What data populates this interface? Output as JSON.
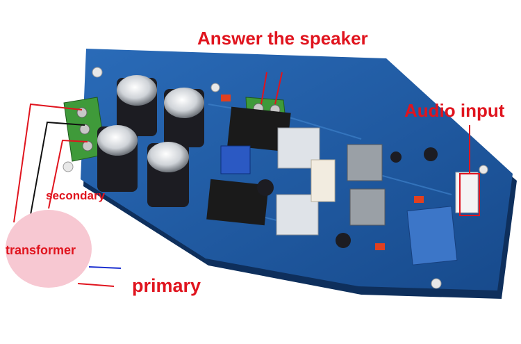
{
  "labels": {
    "speaker": "Answer the speaker",
    "audio_input": "Audio input",
    "secondary": "secondary",
    "transformer": "transformer",
    "primary": "primary"
  },
  "colors": {
    "pcb": "#1f5aa6",
    "label_red": "#e0141e",
    "transformer_pink": "#f7c8d2",
    "terminal_green": "#3f9a3a"
  }
}
